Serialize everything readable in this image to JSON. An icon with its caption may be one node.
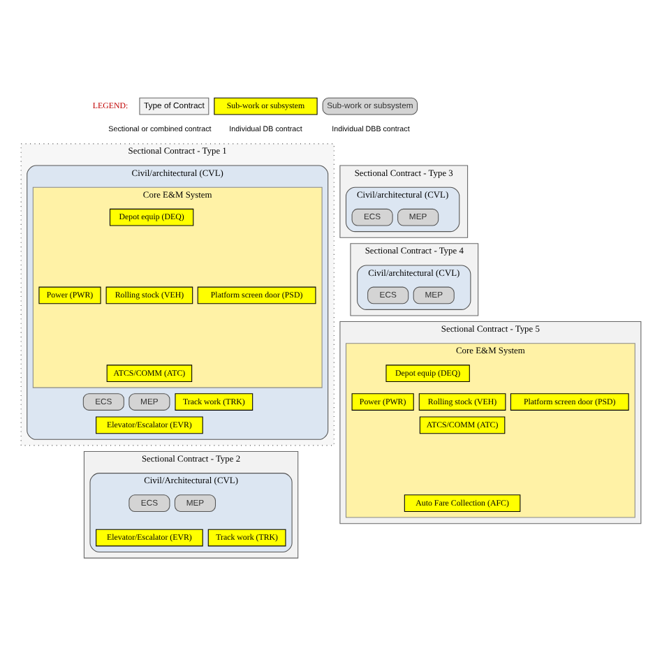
{
  "diagram": {
    "nodes": [
      {
        "text": [
          "Type of Contract"
        ],
        "beside": [
          "Sectional or combined contract"
        ]
      },
      {
        "text": [
          "Sub-work or subsystem"
        ],
        "beside": [
          "Individual DB contract"
        ]
      },
      {
        "text": [
          "Sub-work or subsystem"
        ],
        "beside": [
          "Individual DBB contract"
        ]
      },
      {
        "text": [
          "Sectional Contract - Type 1"
        ]
      },
      {
        "text": [
          "Civil/architectural (CVL)"
        ],
        "in": 3
      },
      {
        "text": [
          "Core E&M System"
        ],
        "in": 4
      },
      {
        "text": [
          "Depot equip (DEQ)"
        ],
        "in": 5
      },
      {
        "text": [
          "Power (PWR)"
        ],
        "in": 5
      },
      {
        "text": [
          "Rolling stock (VEH)"
        ],
        "in": 5
      },
      {
        "text": [
          "Platform screen door (PSD)"
        ],
        "in": 5
      },
      {
        "text": [
          "ATCS/COMM (ATC)"
        ],
        "in": 5
      },
      {
        "text": [
          "ECS"
        ],
        "in": 4
      },
      {
        "text": [
          "MEP"
        ],
        "in": 4
      },
      {
        "text": [
          "Track work (TRK)"
        ],
        "in": 4
      },
      {
        "text": [
          "Elevator/Escalator (EVR)"
        ],
        "in": 4
      },
      {
        "text": [
          "Sectional Contract - Type 2"
        ]
      },
      {
        "text": [
          "Civil/Architectural (CVL)"
        ],
        "in": 15
      },
      {
        "text": [
          "ECS"
        ],
        "in": 16
      },
      {
        "text": [
          "MEP"
        ],
        "in": 16
      },
      {
        "text": [
          "Elevator/Escalator (EVR)"
        ],
        "in": 16
      },
      {
        "text": [
          "Track work (TRK)"
        ],
        "in": 16
      },
      {
        "text": [
          "Sectional Contract - Type 3"
        ]
      },
      {
        "text": [
          "Civil/architectural (CVL)"
        ],
        "in": 21
      },
      {
        "text": [
          "ECS"
        ],
        "in": 22
      },
      {
        "text": [
          "MEP"
        ],
        "in": 22
      },
      {
        "text": [
          "Sectional Contract - Type 4"
        ]
      },
      {
        "text": [
          "Civil/architectural (CVL)"
        ],
        "in": 25
      },
      {
        "text": [
          "ECS"
        ],
        "in": 26
      },
      {
        "text": [
          "MEP"
        ],
        "in": 26
      },
      {
        "text": [
          "Sectional Contract - Type 5"
        ]
      },
      {
        "text": [
          "Core E&M System"
        ],
        "in": 29
      },
      {
        "text": [
          "Depot equip (DEQ)"
        ],
        "in": 30
      },
      {
        "text": [
          "Power (PWR)"
        ],
        "in": 30
      },
      {
        "text": [
          "Rolling stock (VEH)"
        ],
        "in": 30
      },
      {
        "text": [
          "Platform screen door (PSD)"
        ],
        "in": 30
      },
      {
        "text": [
          "ATCS/COMM (ATC)"
        ],
        "in": 30
      },
      {
        "text": [
          "Auto Fare Collection (AFC)"
        ],
        "in": 30
      }
    ],
    "edges": [],
    "labels": [
      "LEGEND:"
    ]
  }
}
